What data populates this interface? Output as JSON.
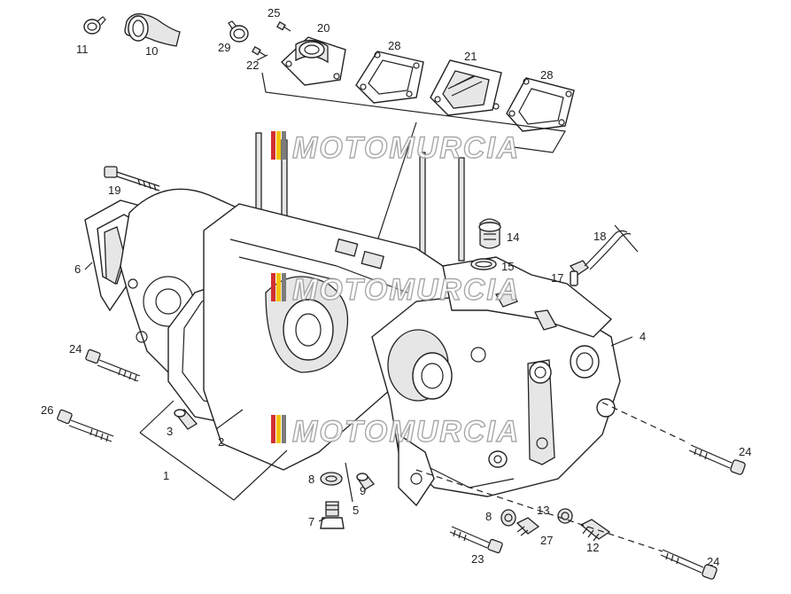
{
  "watermark": {
    "text": "MOTOMURCIA",
    "colors": [
      "#d32f2f",
      "#f2c200",
      "#7c7c7c"
    ]
  },
  "callouts": [
    {
      "id": "c1",
      "label": "1"
    },
    {
      "id": "c2",
      "label": "2"
    },
    {
      "id": "c3",
      "label": "3"
    },
    {
      "id": "c4",
      "label": "4"
    },
    {
      "id": "c5",
      "label": "5"
    },
    {
      "id": "c6",
      "label": "6"
    },
    {
      "id": "c7",
      "label": "7"
    },
    {
      "id": "c8a",
      "label": "8"
    },
    {
      "id": "c8b",
      "label": "8"
    },
    {
      "id": "c9",
      "label": "9"
    },
    {
      "id": "c10",
      "label": "10"
    },
    {
      "id": "c11",
      "label": "11"
    },
    {
      "id": "c12",
      "label": "12"
    },
    {
      "id": "c13",
      "label": "13"
    },
    {
      "id": "c14",
      "label": "14"
    },
    {
      "id": "c15",
      "label": "15"
    },
    {
      "id": "c17",
      "label": "17"
    },
    {
      "id": "c18",
      "label": "18"
    },
    {
      "id": "c19",
      "label": "19"
    },
    {
      "id": "c20",
      "label": "20"
    },
    {
      "id": "c21",
      "label": "21"
    },
    {
      "id": "c22",
      "label": "22"
    },
    {
      "id": "c23",
      "label": "23"
    },
    {
      "id": "c24a",
      "label": "24"
    },
    {
      "id": "c24b",
      "label": "24"
    },
    {
      "id": "c24c",
      "label": "24"
    },
    {
      "id": "c25",
      "label": "25"
    },
    {
      "id": "c26",
      "label": "26"
    },
    {
      "id": "c27",
      "label": "27"
    },
    {
      "id": "c28a",
      "label": "28"
    },
    {
      "id": "c28b",
      "label": "28"
    },
    {
      "id": "c29",
      "label": "29"
    }
  ]
}
